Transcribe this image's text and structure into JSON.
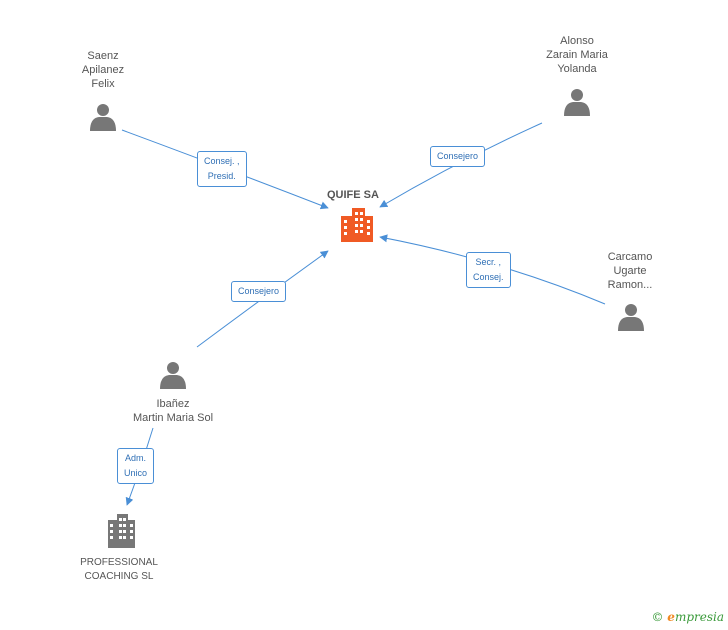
{
  "main_company": {
    "name": "QUIFE SA",
    "icon": "building-icon",
    "color": "#f05a24"
  },
  "persons": [
    {
      "id": "saenz",
      "lines": [
        "Saenz",
        "Apilanez",
        "Felix"
      ],
      "icon": "person-icon"
    },
    {
      "id": "alonso",
      "lines": [
        "Alonso",
        "Zarain Maria",
        "Yolanda"
      ],
      "icon": "person-icon"
    },
    {
      "id": "carcamo",
      "lines": [
        "Carcamo",
        "Ugarte",
        "Ramon..."
      ],
      "icon": "person-icon"
    },
    {
      "id": "ibanez",
      "lines": [
        "Ibañez",
        "Martin Maria Sol"
      ],
      "icon": "person-icon"
    }
  ],
  "secondary_company": {
    "lines": [
      "PROFESSIONAL",
      "COACHING SL"
    ],
    "icon": "building-icon",
    "color": "#777777"
  },
  "relations": [
    {
      "id": "saenz",
      "lines": [
        "Consej. ,",
        "Presid."
      ]
    },
    {
      "id": "alonso",
      "lines": [
        "Consejero"
      ]
    },
    {
      "id": "carcamo",
      "lines": [
        "Secr. ,",
        "Consej."
      ]
    },
    {
      "id": "ibanez",
      "lines": [
        "Consejero"
      ]
    },
    {
      "id": "ibanez-pc",
      "lines": [
        "Adm.",
        "Unico"
      ]
    }
  ],
  "footer": {
    "copyright": "©",
    "brand_first": "e",
    "brand_rest": "mpresia"
  },
  "colors": {
    "edge": "#4a8fd6",
    "person": "#777777"
  }
}
